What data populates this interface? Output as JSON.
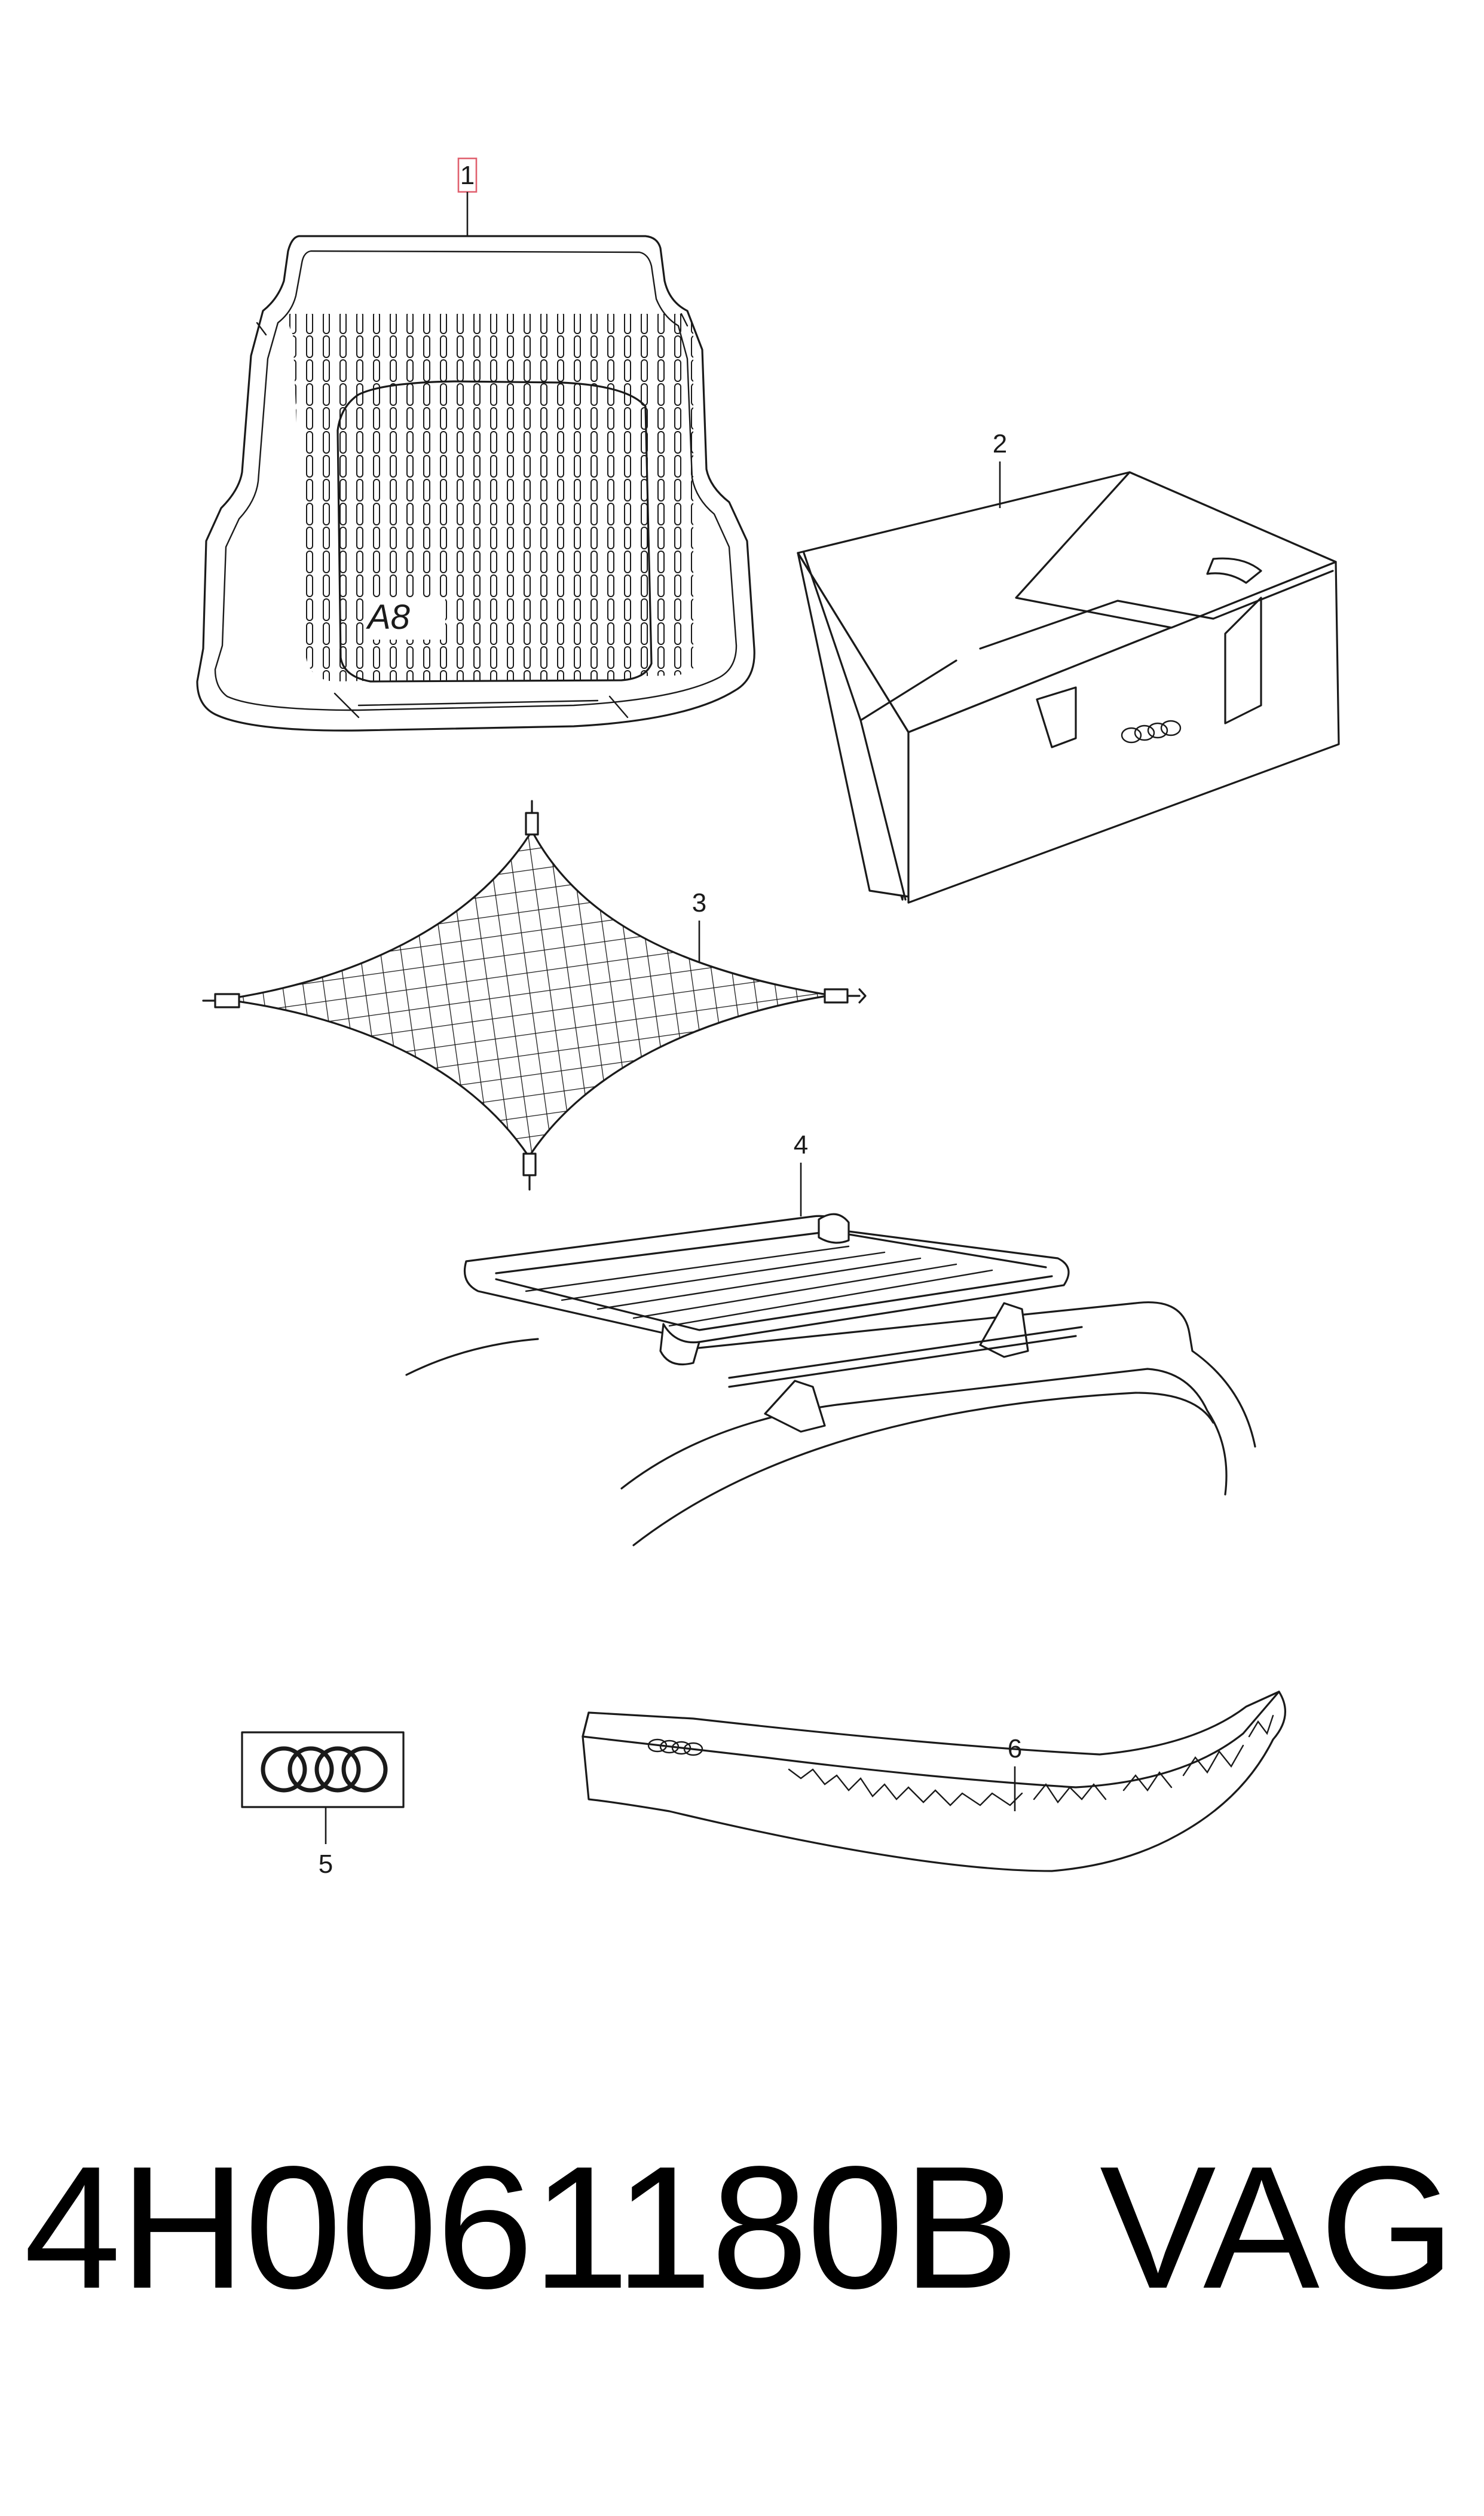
{
  "diagram": {
    "callouts": [
      {
        "id": "1",
        "label": "1"
      },
      {
        "id": "2",
        "label": "2"
      },
      {
        "id": "3",
        "label": "3"
      },
      {
        "id": "4",
        "label": "4"
      },
      {
        "id": "5",
        "label": "5"
      },
      {
        "id": "6",
        "label": "6"
      }
    ],
    "mat_model_mark": "A8",
    "highlight_color": "#e0606e"
  },
  "caption": {
    "part_number": "4H0061180B",
    "brand": "VAG"
  }
}
